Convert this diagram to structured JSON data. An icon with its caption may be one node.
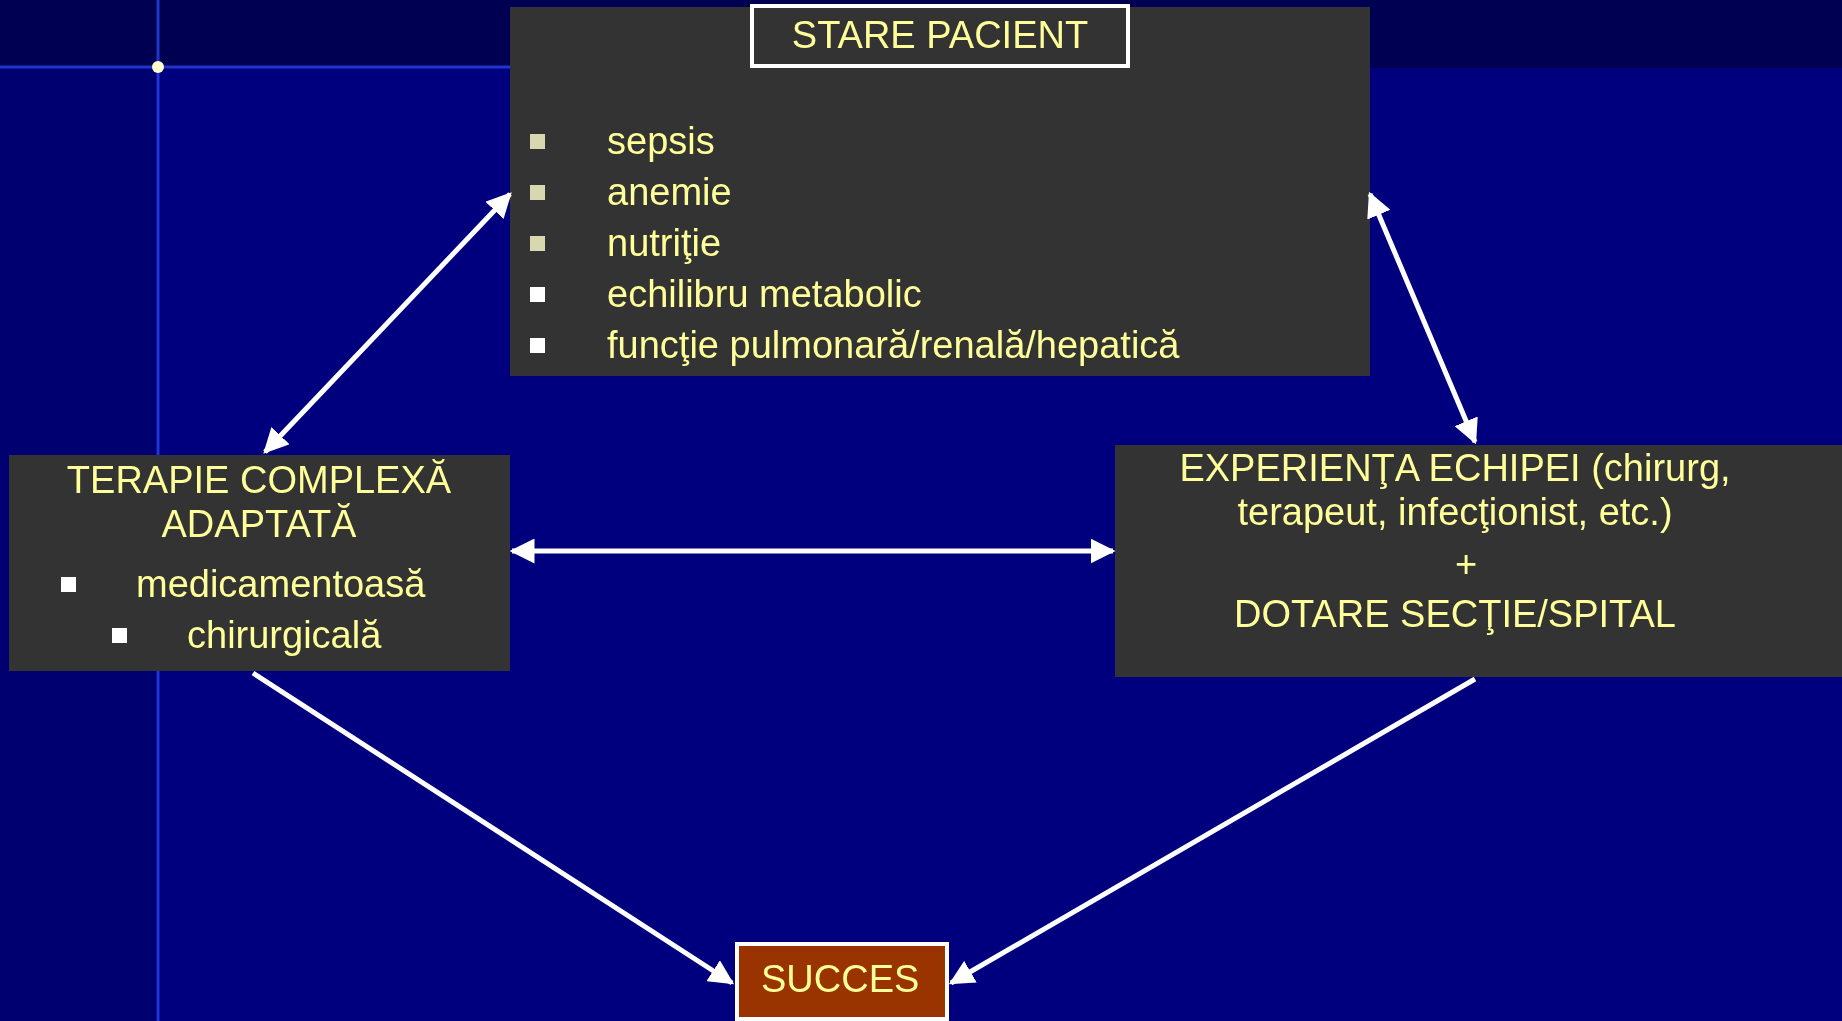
{
  "diagram": {
    "nodes": [
      {
        "text": [
          "STARE PACIENT",
          "sepsis",
          "anemie",
          "nutriţie",
          "echilibru metabolic",
          "funcţie pulmonară/renală/hepatică"
        ]
      },
      {
        "text": [
          "TERAPIE COMPLEXĂ ADAPTATĂ",
          "medicamentoasă",
          "chirurgicală"
        ]
      },
      {
        "text": [
          "EXPERIENŢA ECHIPEI (chirurg, terapeut, infecţionist, etc.)",
          "+",
          "DOTARE SECŢIE/SPITAL"
        ]
      },
      {
        "text": [
          "SUCCES"
        ]
      }
    ],
    "edges": [
      {
        "from": 0,
        "to": 1,
        "arrow": "both"
      },
      {
        "from": 0,
        "to": 2,
        "arrow": "both"
      },
      {
        "from": 1,
        "to": 2,
        "arrow": "both"
      },
      {
        "from": 1,
        "to": 3,
        "arrow": "to"
      },
      {
        "from": 2,
        "to": 3,
        "arrow": "to"
      }
    ]
  }
}
